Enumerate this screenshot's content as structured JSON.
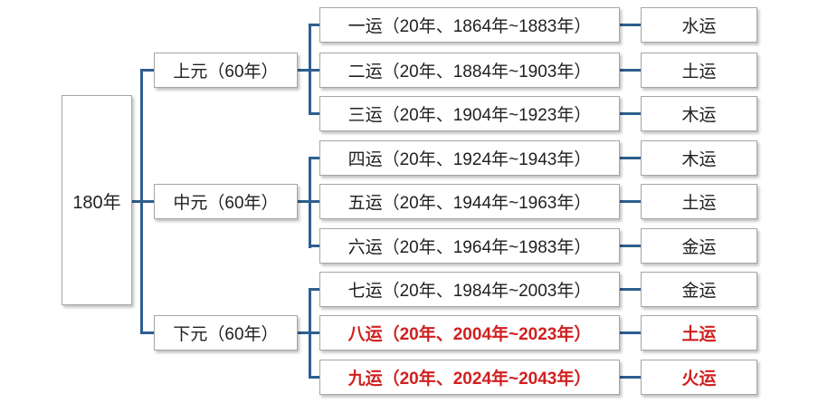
{
  "root": {
    "label": "180年"
  },
  "groups": [
    {
      "label": "上元（60年）",
      "runs": [
        {
          "label": "一运（20年、1864年~1883年）",
          "element": "水运",
          "highlight": false
        },
        {
          "label": "二运（20年、1884年~1903年）",
          "element": "土运",
          "highlight": false
        },
        {
          "label": "三运（20年、1904年~1923年）",
          "element": "木运",
          "highlight": false
        }
      ]
    },
    {
      "label": "中元（60年）",
      "runs": [
        {
          "label": "四运（20年、1924年~1943年）",
          "element": "木运",
          "highlight": false
        },
        {
          "label": "五运（20年、1944年~1963年）",
          "element": "土运",
          "highlight": false
        },
        {
          "label": "六运（20年、1964年~1983年）",
          "element": "金运",
          "highlight": false
        }
      ]
    },
    {
      "label": "下元（60年）",
      "runs": [
        {
          "label": "七运（20年、1984年~2003年）",
          "element": "金运",
          "highlight": false
        },
        {
          "label": "八运（20年、2004年~2023年）",
          "element": "土运",
          "highlight": true
        },
        {
          "label": "九运（20年、2024年~2043年）",
          "element": "火运",
          "highlight": true
        }
      ]
    }
  ],
  "colors": {
    "connector": "#2e5e8e",
    "text": "#1f1f1f",
    "highlight_text": "#d02020",
    "box_border": "#a6a6a6",
    "box_fill": "#ffffff"
  }
}
